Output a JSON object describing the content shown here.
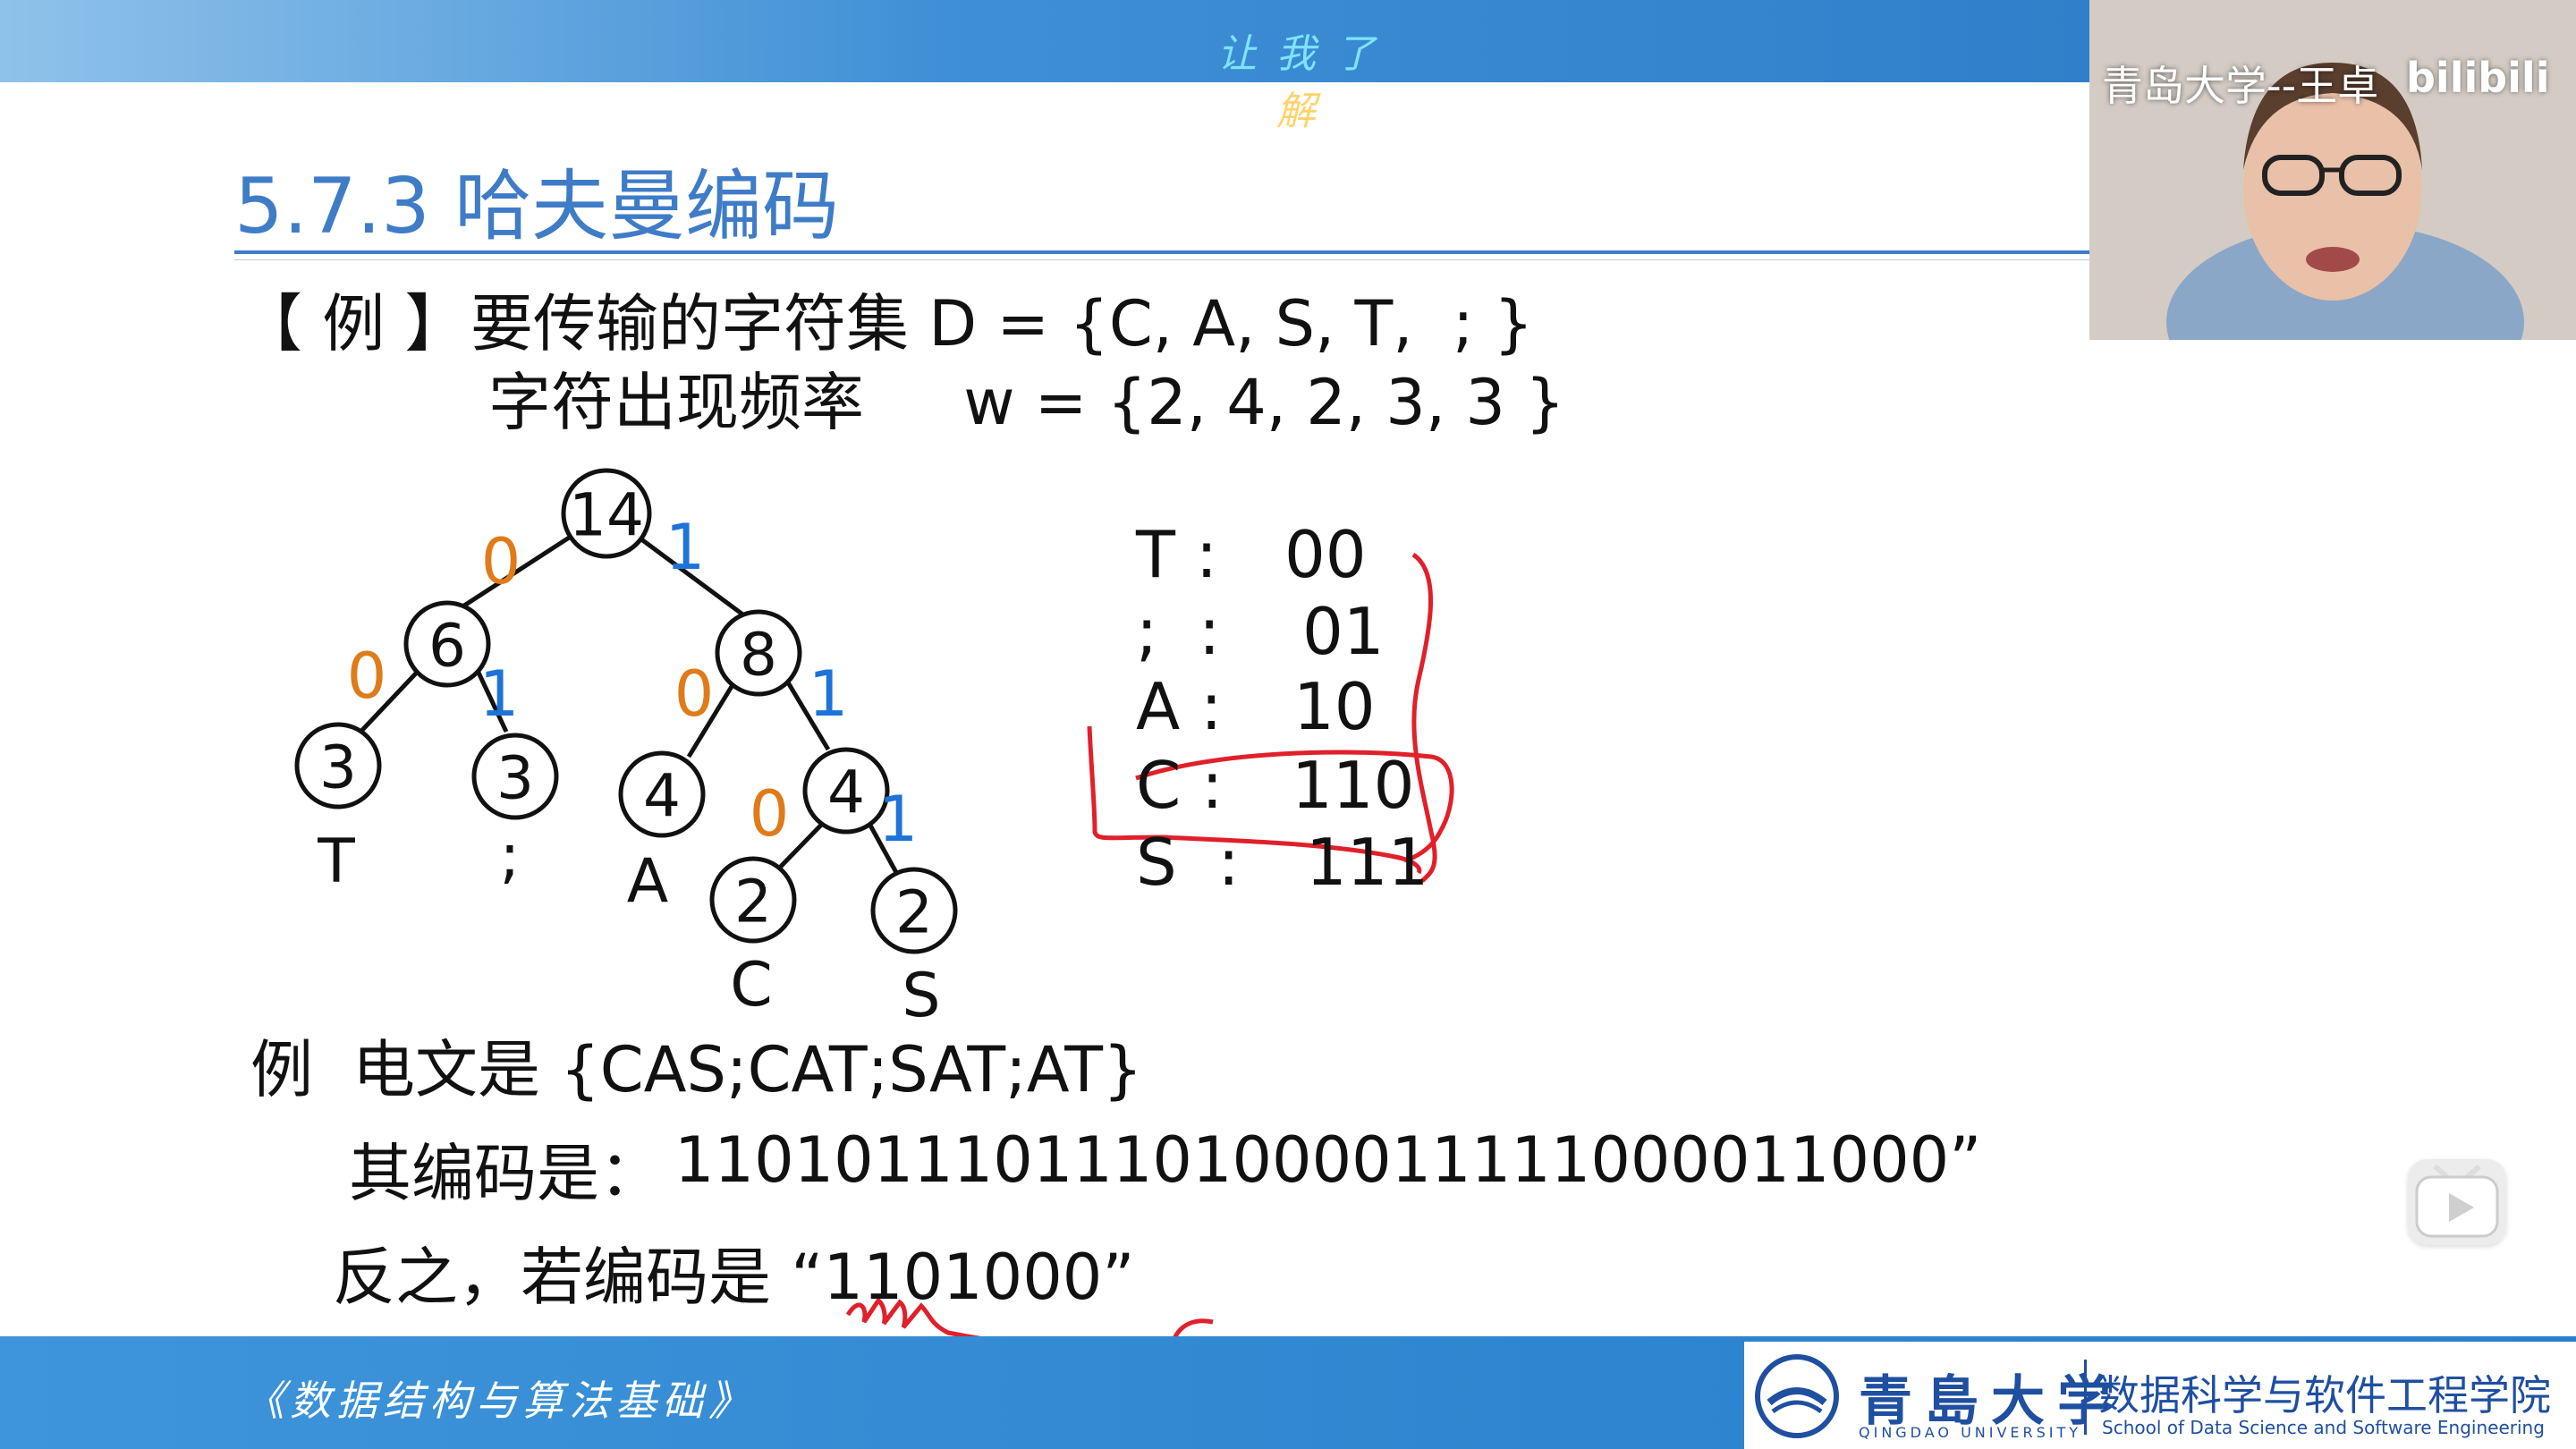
{
  "header": {
    "slogan": [
      "让",
      "我",
      "了",
      "解"
    ]
  },
  "slide": {
    "title": "5.7.3 哈夫曼编码",
    "example_bracket": "【 例 】",
    "example_line1": "要传输的字符集 D = {C, A, S, T,  ; }",
    "example_line2": "字符出现频率     w = {2, 4, 2, 3, 3 }"
  },
  "tree": {
    "nodes": {
      "root": "14",
      "left": "6",
      "right": "8",
      "t": "3",
      "semi": "3",
      "a": "4",
      "inner4": "4",
      "c": "2",
      "s": "2"
    },
    "bits": {
      "zero": "0",
      "one": "1"
    },
    "leaf_labels": {
      "t": "T",
      "semi": ";",
      "a": "A",
      "c": "C",
      "s": "S"
    }
  },
  "codes": [
    {
      "char": "T :",
      "code": "00"
    },
    {
      "char": ";  :",
      "code": "01"
    },
    {
      "char": "A :",
      "code": "10"
    },
    {
      "char": "C :",
      "code": "110"
    },
    {
      "char": "S  :",
      "code": "111"
    }
  ],
  "message": {
    "prefix": "例",
    "text": "电文是 {CAS;CAT;SAT;AT}",
    "encoded_label": "其编码是：",
    "encoded_value": "11010111011101000011111000011000”",
    "reverse": "反之，若编码是 “1101000”"
  },
  "footer": {
    "book": "《数据结构与算法基础》",
    "university_cn": "青島大学",
    "university_en": "QINGDAO UNIVERSITY",
    "school_cn": "数据科学与软件工程学院",
    "school_en": "School of Data Science and Software Engineering"
  },
  "webcam": {
    "caption": "青岛大学--王卓",
    "platform": "bilibili"
  },
  "colors": {
    "title_blue": "#3f7cc7",
    "bit_zero": "#e07b1a",
    "bit_one": "#1e73d8",
    "annotation_red": "#e0202a",
    "band_blue": "#2f86d0"
  }
}
